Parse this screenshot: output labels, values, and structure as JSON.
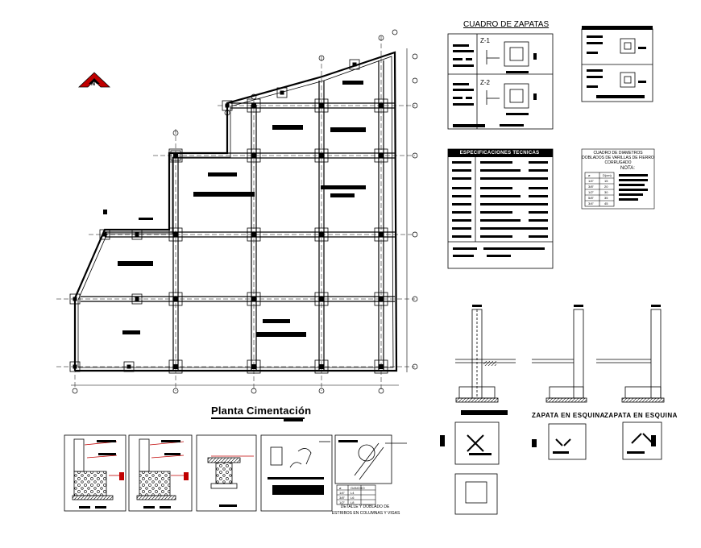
{
  "plan": {
    "title": "Planta Cimentación"
  },
  "footing_table": {
    "title": "CUADRO DE ZAPATAS",
    "z1_label": "Z-1",
    "z2_label": "Z-2"
  },
  "specs": {
    "title": "ESPECIFICACIONES TECNICAS"
  },
  "rebar_table": {
    "header": "CUADRO DE DIAMETROS DOBLADOS DE VARILLAS DE FIERRO CORRUGADO",
    "note_label": "NOTA:",
    "col1": "ø",
    "col2": "D(cm)",
    "rows": [
      {
        "d": "1/4\"",
        "v": "15"
      },
      {
        "d": "3/8\"",
        "v": "20"
      },
      {
        "d": "1/2\"",
        "v": "30"
      },
      {
        "d": "5/8\"",
        "v": "35"
      },
      {
        "d": "3/4\"",
        "v": "45"
      }
    ]
  },
  "details": {
    "corner_label_1": "ZAPATA EN ESQUINA",
    "corner_label_2": "ZAPATA EN ESQUINA",
    "stirrup_caption_1": "DETALLE Y DOBLADO DE",
    "stirrup_caption_2": "ESTRIBOS EN COLUMNAS Y VIGAS"
  },
  "small_table": {
    "headers": [
      "ø",
      "GANCHO"
    ],
    "rows": [
      [
        "1/4\"",
        "L4"
      ],
      [
        "3/8\"",
        "L6"
      ],
      [
        "1/2\"",
        "L8"
      ]
    ]
  },
  "colors": {
    "ink": "#000000",
    "north_arrow": "#c00000"
  },
  "icons": {
    "north": "north-arrow-icon"
  }
}
